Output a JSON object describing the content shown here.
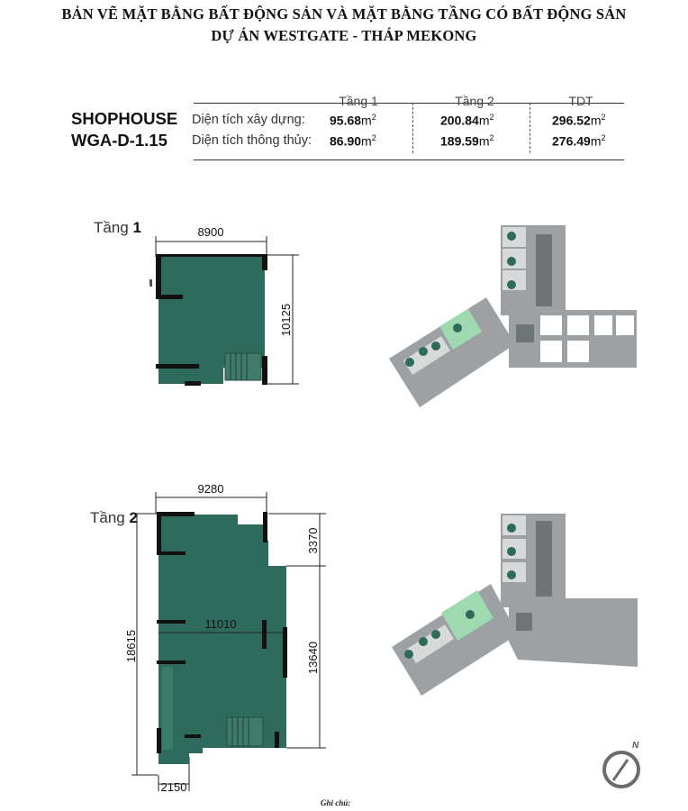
{
  "header": {
    "line1": "BẢN VẼ MẶT BẰNG BẤT ĐỘNG SẢN VÀ MẶT BẰNG TẦNG CÓ BẤT ĐỘNG SẢN",
    "line2": "DỰ ÁN WESTGATE - THÁP MEKONG"
  },
  "unit": {
    "type": "SHOPHOUSE",
    "code": "WGA-D-1.15"
  },
  "area_table": {
    "columns": [
      "Tầng 1",
      "Tầng 2",
      "TDT"
    ],
    "rows": [
      {
        "label": "Diện tích xây dựng:",
        "values": [
          "95.68",
          "200.84",
          "296.52"
        ],
        "unit": "m",
        "sup": "2"
      },
      {
        "label": "Diện tích thông thủy:",
        "values": [
          "86.90",
          "189.59",
          "276.49"
        ],
        "unit": "m",
        "sup": "2"
      }
    ]
  },
  "floor1": {
    "label_prefix": "Tầng",
    "label_number": "1",
    "dim_width": "8900",
    "dim_height": "10125"
  },
  "floor2": {
    "label_prefix": "Tầng",
    "label_number": "2",
    "dim_width": "9280",
    "dim_inner": "11010",
    "dim_total_height": "18615",
    "dim_upper": "3370",
    "dim_lower": "13640",
    "dim_bottom": "2150"
  },
  "compass": {
    "letter": "N"
  },
  "footer": {
    "note": "Ghi chú:"
  },
  "colors": {
    "unit_fill": "#2e6b5c",
    "highlight_green": "#9fd9b0",
    "building_gray": "#9ea1a3",
    "wall_black": "#111111"
  }
}
